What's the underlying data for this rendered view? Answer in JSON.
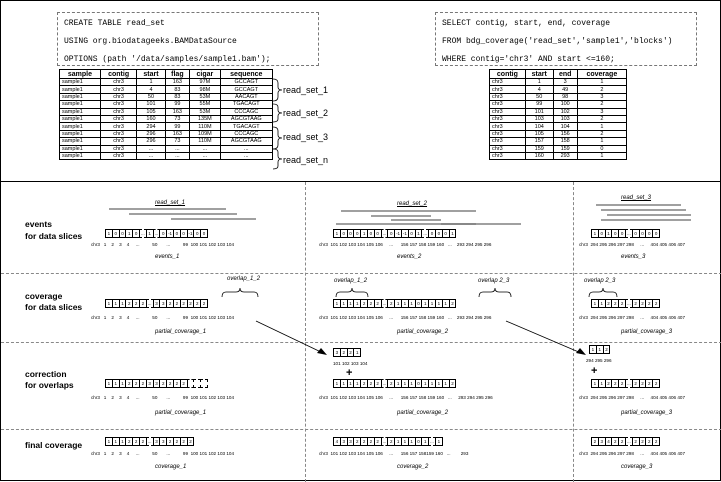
{
  "sql_left": [
    "CREATE TABLE read_set",
    "USING org.biodatageeks.BAMDataSource",
    "OPTIONS (path '/data/samples/sample1.bam');"
  ],
  "sql_right": [
    "SELECT contig, start, end, coverage",
    "FROM bdg_coverage('read_set','sample1','blocks')",
    "WHERE contig='chr3' AND start <=160;"
  ],
  "reads_table": {
    "headers": [
      "sample",
      "contig",
      "start",
      "flag",
      "cigar",
      "sequence"
    ],
    "rows": [
      [
        "sample1",
        "chr3",
        "1",
        "163",
        "97M",
        "GCCAGT"
      ],
      [
        "sample1",
        "chr3",
        "4",
        "83",
        "98M",
        "GCCAGT"
      ],
      [
        "sample1",
        "chr3",
        "50",
        "83",
        "53M",
        "AACAGT"
      ],
      [
        "sample1",
        "chr3",
        "101",
        "99",
        "55M",
        "TGACAGT"
      ],
      [
        "sample1",
        "chr3",
        "105",
        "163",
        "53M",
        "CCCAGC"
      ],
      [
        "sample1",
        "chr3",
        "160",
        "73",
        "135M",
        "AGCGTAAG"
      ],
      [
        "sample1",
        "chr3",
        "294",
        "99",
        "110M",
        "TGACAGT"
      ],
      [
        "sample1",
        "chr3",
        "296",
        "163",
        "109M",
        "CCCAGC"
      ],
      [
        "sample1",
        "chr3",
        "296",
        "73",
        "110M",
        "AGCGTAAG"
      ],
      [
        "sample1",
        "chr3",
        "...",
        "...",
        "...",
        "..."
      ],
      [
        "sample1",
        "chr3",
        "...",
        "...",
        "...",
        "..."
      ]
    ]
  },
  "read_set_labels": [
    "read_set_1",
    "read_set_2",
    "read_set_3",
    "read_set_n"
  ],
  "coverage_table": {
    "headers": [
      "contig",
      "start",
      "end",
      "coverage"
    ],
    "rows": [
      [
        "chr3",
        "1",
        "3",
        "1"
      ],
      [
        "chr3",
        "4",
        "49",
        "2"
      ],
      [
        "chr3",
        "50",
        "98",
        "3"
      ],
      [
        "chr3",
        "99",
        "100",
        "2"
      ],
      [
        "chr3",
        "101",
        "102",
        "3"
      ],
      [
        "chr3",
        "103",
        "103",
        "2"
      ],
      [
        "chr3",
        "104",
        "104",
        "1"
      ],
      [
        "chr3",
        "105",
        "156",
        "2"
      ],
      [
        "chr3",
        "157",
        "158",
        "1"
      ],
      [
        "chr3",
        "159",
        "159",
        "0"
      ],
      [
        "chr3",
        "160",
        "293",
        "1"
      ]
    ]
  },
  "sections": {
    "events": "events\nfor data slices",
    "coverage": "coverage\nfor data slices",
    "correction": "correction\nfor overlaps",
    "final": "final coverage"
  },
  "top_labels": [
    "read_set_1",
    "read_set_2",
    "read_set_3"
  ],
  "captions": {
    "events": [
      "events_1",
      "events_2",
      "events_3"
    ],
    "coverage": [
      "partial_coverage_1",
      "partial_coverage_2",
      "partial_coverage_3"
    ],
    "correction": [
      "partial_coverage_1",
      "partial_coverage_2",
      "partial_coverage_3"
    ],
    "final": [
      "coverage_1",
      "coverage_2",
      "coverage_3"
    ]
  },
  "overlap_labels": [
    "overlap_1_2",
    "overlap_1_2",
    "overlap 2_3",
    "overlap 2_3"
  ],
  "axes": {
    "s1": "chr3   1    2    3    4     ...          50       ...          99  100 101 102 103 104",
    "s2": "chr3  101 102 103 104 105 106     ...      156 157 158 159 160   ...    293 294 295 296",
    "s3": "chr3  294 295 296 297 298     ...     404 405 406 407",
    "s2corr": "chr3  101 102 103 104 105 106     ...      156 157 158 159 160   ...     293 294 295 296",
    "s2final": "chr3  101 102 103 104 105 106     ...      156 157 158159 160   ...        293",
    "corr_small_1": "101 102 103 104",
    "corr_small_2": "294 295 296"
  },
  "cell_values": {
    "events1": [
      "1",
      "0",
      "0",
      "1",
      "0",
      "...",
      "1",
      "...",
      "0",
      "-1",
      "0",
      "0",
      "-1",
      "0",
      "0"
    ],
    "events2": [
      "1",
      "0",
      "0",
      "0",
      "1",
      "0",
      "0",
      "...",
      "0",
      "-1",
      "-1",
      "0",
      "1",
      "...",
      "0",
      "0",
      "0",
      "1"
    ],
    "events3": [
      "1",
      "0",
      "1",
      "0",
      "0",
      "...",
      "0",
      "0",
      "0",
      "0"
    ],
    "cov1": [
      "1",
      "1",
      "1",
      "2",
      "2",
      "2",
      "...",
      "3",
      "3",
      "2",
      "2",
      "2",
      "2",
      "2",
      "2"
    ],
    "cov2": [
      "1",
      "1",
      "1",
      "1",
      "2",
      "2",
      "2",
      "...",
      "2",
      "1",
      "1",
      "1",
      "0",
      "1",
      "1",
      "1",
      "1",
      "2"
    ],
    "cov3": [
      "1",
      "1",
      "2",
      "2",
      "2",
      "...",
      "2",
      "2",
      "2",
      "2"
    ],
    "corr_add1": [
      "3",
      "2",
      "2",
      "1"
    ],
    "corr_add2": [
      "1",
      "1",
      "2"
    ],
    "corr1": [
      "1",
      "1",
      "1",
      "2",
      "2",
      "2",
      "3",
      "3",
      "2",
      "2",
      "2",
      "2"
    ],
    "corr2": [
      "1",
      "1",
      "1",
      "1",
      "2",
      "2",
      "2",
      "...",
      "2",
      "1",
      "1",
      "1",
      "0",
      "1",
      "1",
      "1",
      "1",
      "2"
    ],
    "corr3": [
      "1",
      "1",
      "2",
      "2",
      "2",
      "...",
      "2",
      "2",
      "2",
      "2"
    ],
    "final1": [
      "1",
      "1",
      "1",
      "2",
      "2",
      "2",
      "...",
      "3",
      "3",
      "2",
      "2",
      "2",
      "2"
    ],
    "final2": [
      "4",
      "3",
      "3",
      "2",
      "2",
      "2",
      "2",
      "...",
      "2",
      "1",
      "1",
      "1",
      "0",
      "1",
      "...",
      "1"
    ],
    "final3": [
      "2",
      "3",
      "4",
      "2",
      "2",
      "...",
      "2",
      "2",
      "2",
      "2"
    ]
  },
  "plus_sign": "+"
}
